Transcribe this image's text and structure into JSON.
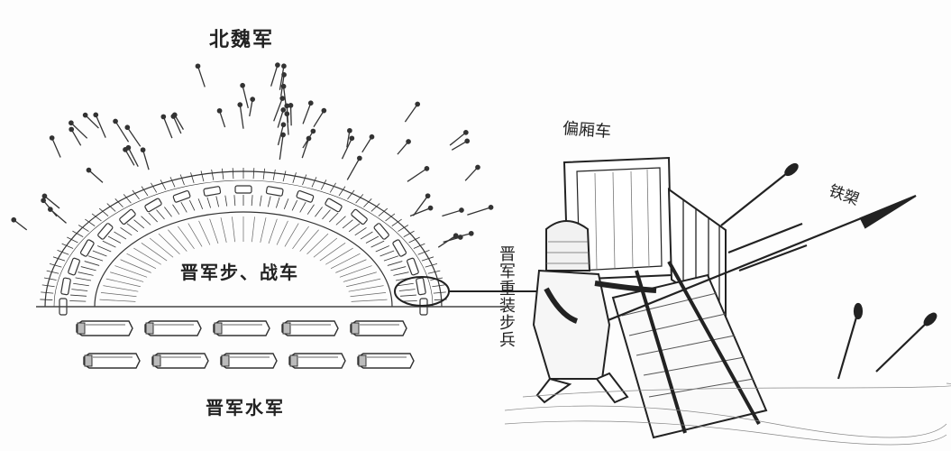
{
  "labels": {
    "northern_wei_army": "北魏军",
    "jin_infantry_and_chariots": "晋军步、战车",
    "jin_navy": "晋军水军",
    "side_cart": "偏厢车",
    "iron_spear": "铁槊",
    "jin_heavy_infantry": "晋军重装步兵"
  },
  "colors": {
    "ink": "#222222",
    "paper": "#fdfdfd"
  }
}
